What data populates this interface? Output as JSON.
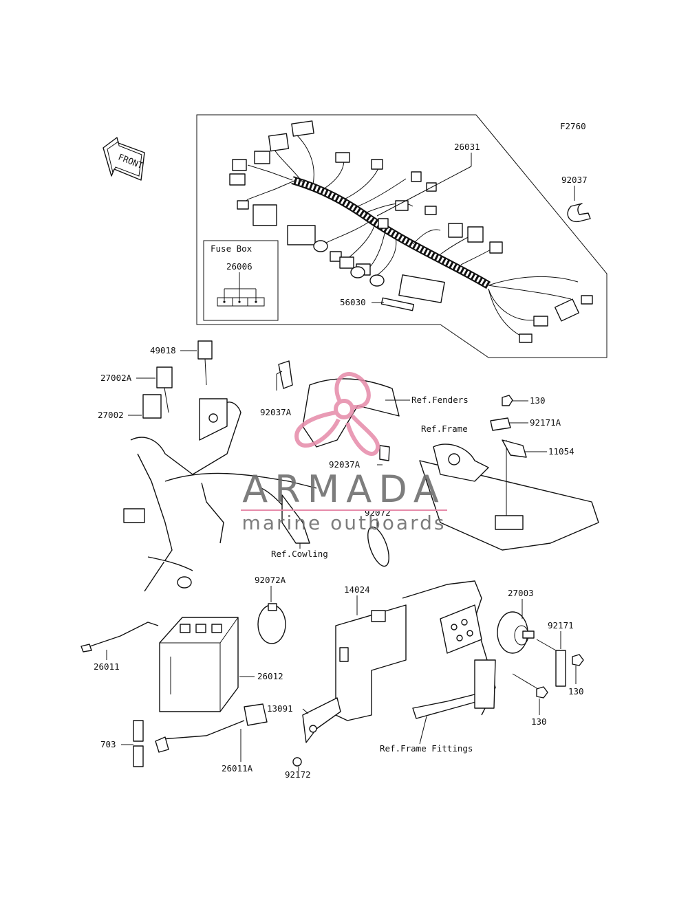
{
  "diagram_code": "F2760",
  "front_label": "FRONT",
  "fuse_box": {
    "title": "Fuse Box",
    "part": "26006"
  },
  "watermark": {
    "brand": "ARMADA",
    "tagline": "marine outboards",
    "brand_color": "#6f6f6f",
    "logo_color": "#e68aa9"
  },
  "callouts": {
    "c26031": "26031",
    "c92037": "92037",
    "c56030": "56030",
    "c49018": "49018",
    "c27002A": "27002A",
    "c27002": "27002",
    "c92037A_1": "92037A",
    "c92037A_2": "92037A",
    "cRefFenders": "Ref.Fenders",
    "c130_top": "130",
    "c92171A": "92171A",
    "cRefFrame": "Ref.Frame",
    "c11054": "11054",
    "c92072": "92072",
    "cRefCowling": "Ref.Cowling",
    "c92072A": "92072A",
    "c14024": "14024",
    "c27003": "27003",
    "c92171": "92171",
    "c26011": "26011",
    "c26012": "26012",
    "c13091": "13091",
    "c703": "703",
    "c26011A": "26011A",
    "c92172": "92172",
    "c130_right": "130",
    "c130_bottom": "130",
    "cRefFrameFittings": "Ref.Frame Fittings"
  }
}
